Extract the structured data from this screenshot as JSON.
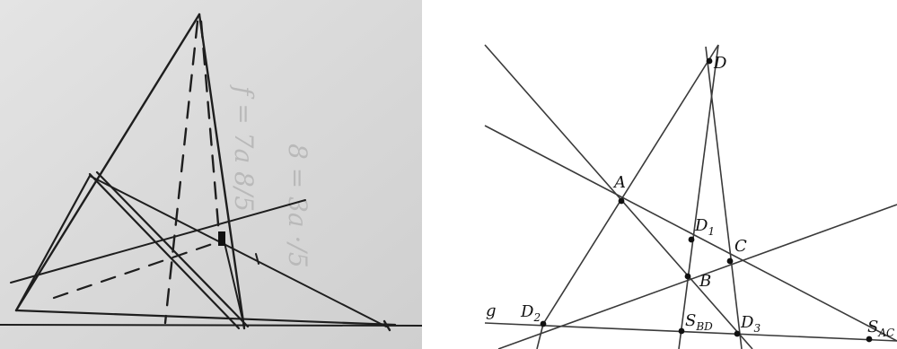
{
  "sketch": {
    "faint_notes": [
      "f = 7a 8/5",
      "8 = 3a ·/5"
    ]
  },
  "figure": {
    "points": {
      "D": {
        "label": "D",
        "sub": ""
      },
      "A": {
        "label": "A",
        "sub": ""
      },
      "D1": {
        "label": "D",
        "sub": "1"
      },
      "C": {
        "label": "C",
        "sub": ""
      },
      "B": {
        "label": "B",
        "sub": ""
      },
      "D2": {
        "label": "D",
        "sub": "2"
      },
      "SBD": {
        "label": "S",
        "sub": "BD"
      },
      "D3": {
        "label": "D",
        "sub": "3"
      },
      "SAC": {
        "label": "S",
        "sub": "AC"
      }
    },
    "line_g": {
      "label": "g"
    }
  },
  "colors": {
    "paper": "#dcdcdc",
    "ink": "#1e1e1e",
    "line": "#3a3a3a",
    "point": "#111111"
  }
}
